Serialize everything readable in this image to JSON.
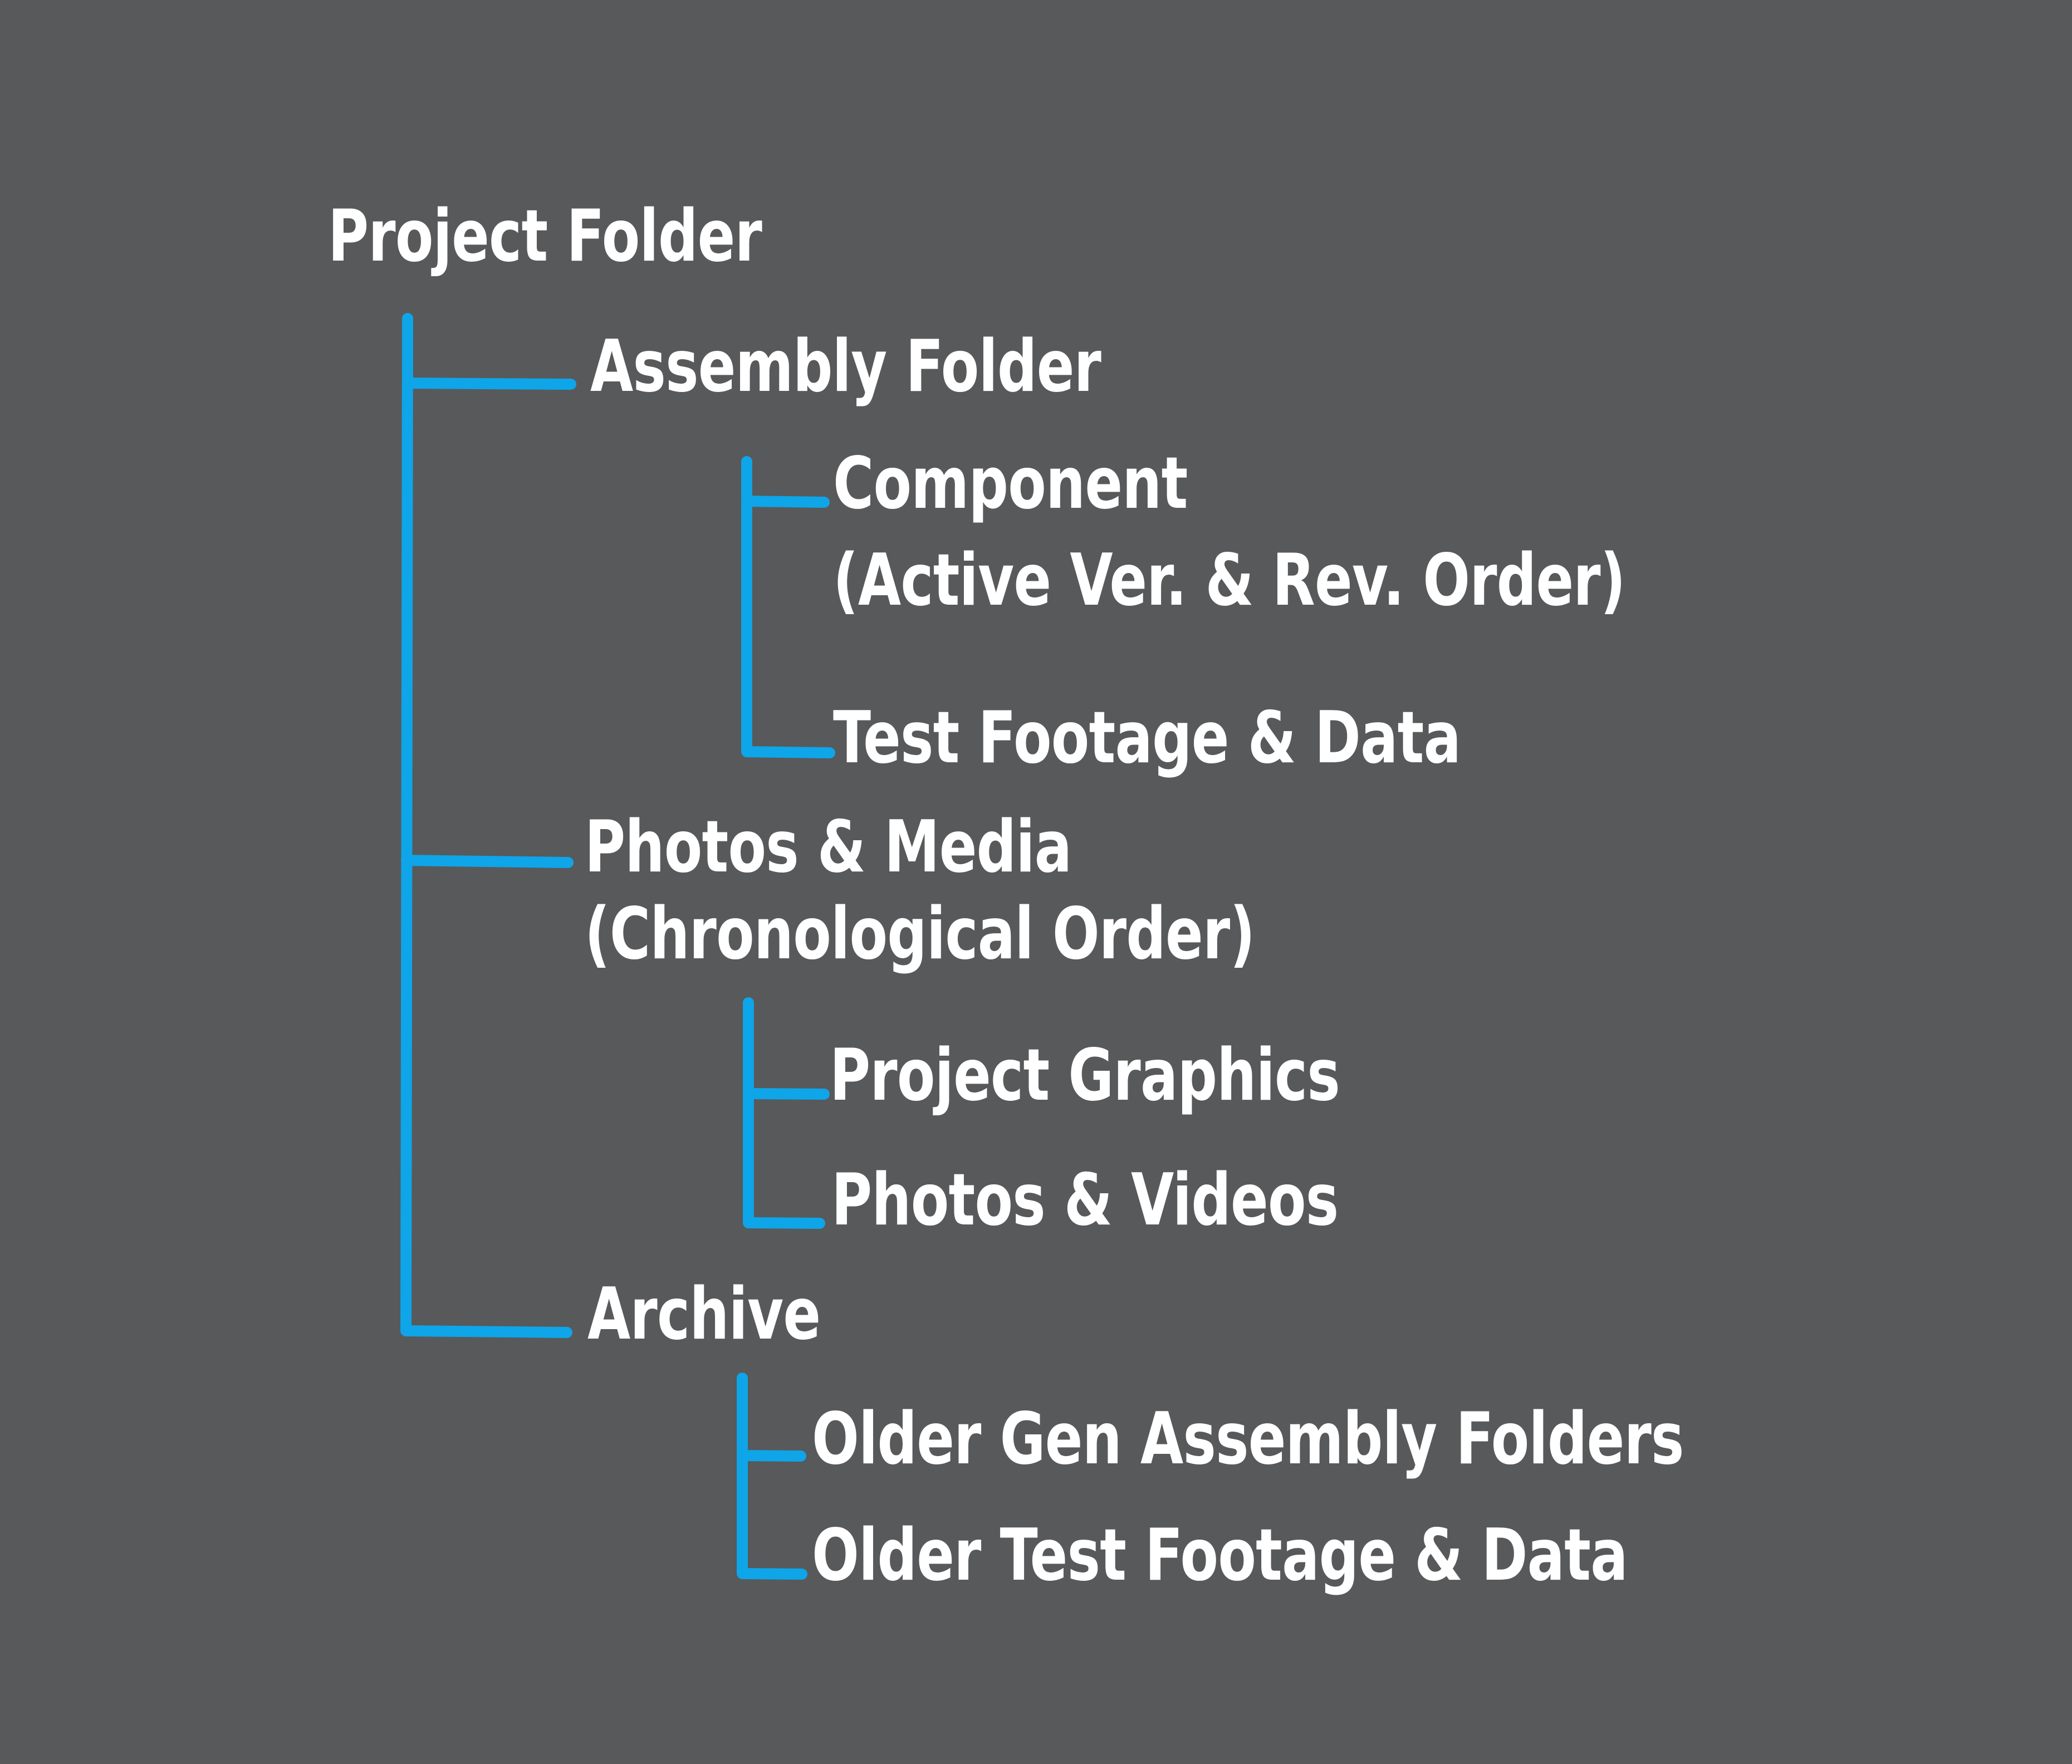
{
  "tree": {
    "root": "Project Folder",
    "assembly": "Assembly Folder",
    "component_line1": "Component",
    "component_line2": "(Active Ver. & Rev. Order)",
    "test_footage": "Test Footage & Data",
    "photos_media_line1": "Photos & Media",
    "photos_media_line2": "(Chronological Order)",
    "project_graphics": "Project Graphics",
    "photos_videos": "Photos & Videos",
    "archive": "Archive",
    "older_gen": "Older Gen Assembly Folders",
    "older_test": "Older Test Footage & Data"
  },
  "colors": {
    "background": "#58595b",
    "connector": "#0ea5e9",
    "text": "#ffffff"
  }
}
